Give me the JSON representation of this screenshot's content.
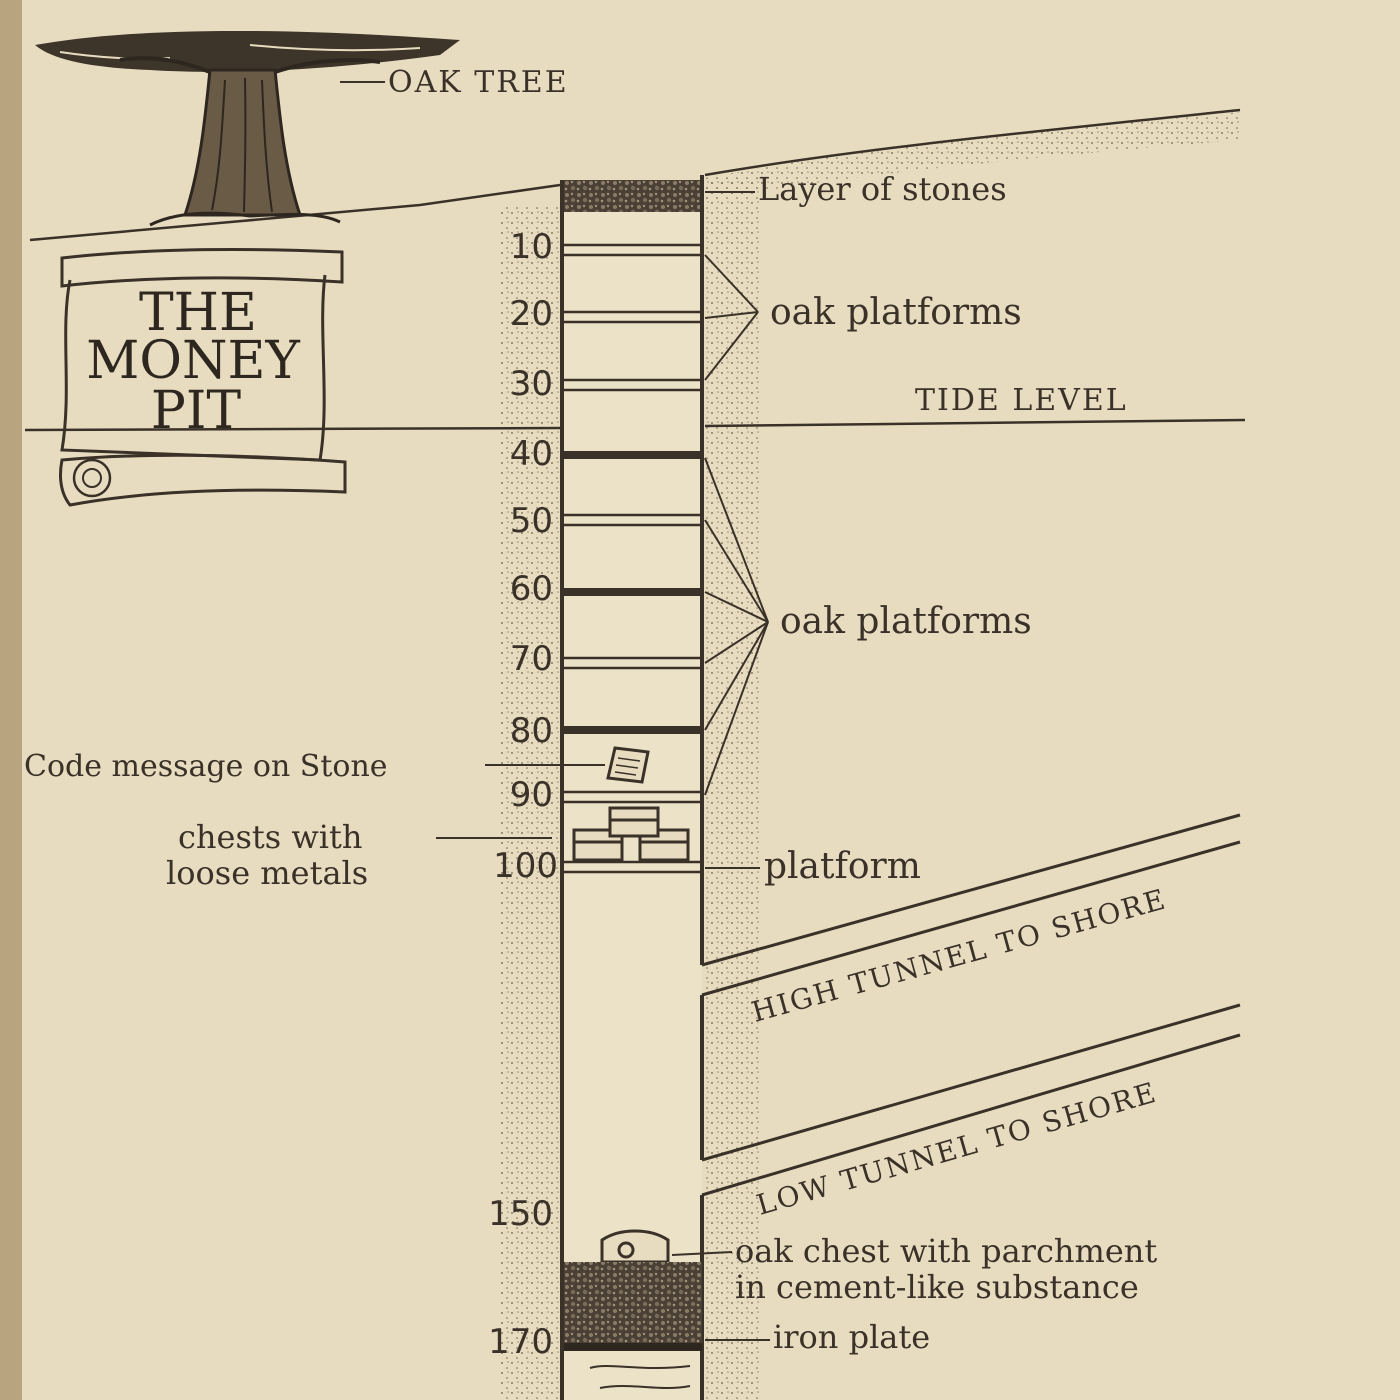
{
  "title_lines": [
    "THE",
    "MONEY",
    "PIT"
  ],
  "labels": {
    "oak_tree": "OAK TREE",
    "layer_of_stones": "Layer of stones",
    "oak_platforms_upper": "oak platforms",
    "tide_level": "TIDE LEVEL",
    "oak_platforms_lower": "oak platforms",
    "code_message": "Code message on Stone",
    "chests_line1": "chests with",
    "chests_line2": "loose metals",
    "platform": "platform",
    "high_tunnel": "HIGH TUNNEL TO SHORE",
    "low_tunnel": "LOW TUNNEL TO SHORE",
    "oak_chest_line1": "oak chest with parchment",
    "oak_chest_line2": "in cement-like substance",
    "iron_plate": "iron plate"
  },
  "depths": [
    {
      "label": "10",
      "value": 10
    },
    {
      "label": "20",
      "value": 20
    },
    {
      "label": "30",
      "value": 30
    },
    {
      "label": "40",
      "value": 40
    },
    {
      "label": "50",
      "value": 50
    },
    {
      "label": "60",
      "value": 60
    },
    {
      "label": "70",
      "value": 70
    },
    {
      "label": "80",
      "value": 80
    },
    {
      "label": "90",
      "value": 90
    },
    {
      "label": "100",
      "value": 100
    },
    {
      "label": "150",
      "value": 150
    },
    {
      "label": "170",
      "value": 170
    }
  ],
  "colors": {
    "paper": "#e8dcc0",
    "ink": "#3a3128",
    "soil_stipple": "#cbbd9c"
  }
}
